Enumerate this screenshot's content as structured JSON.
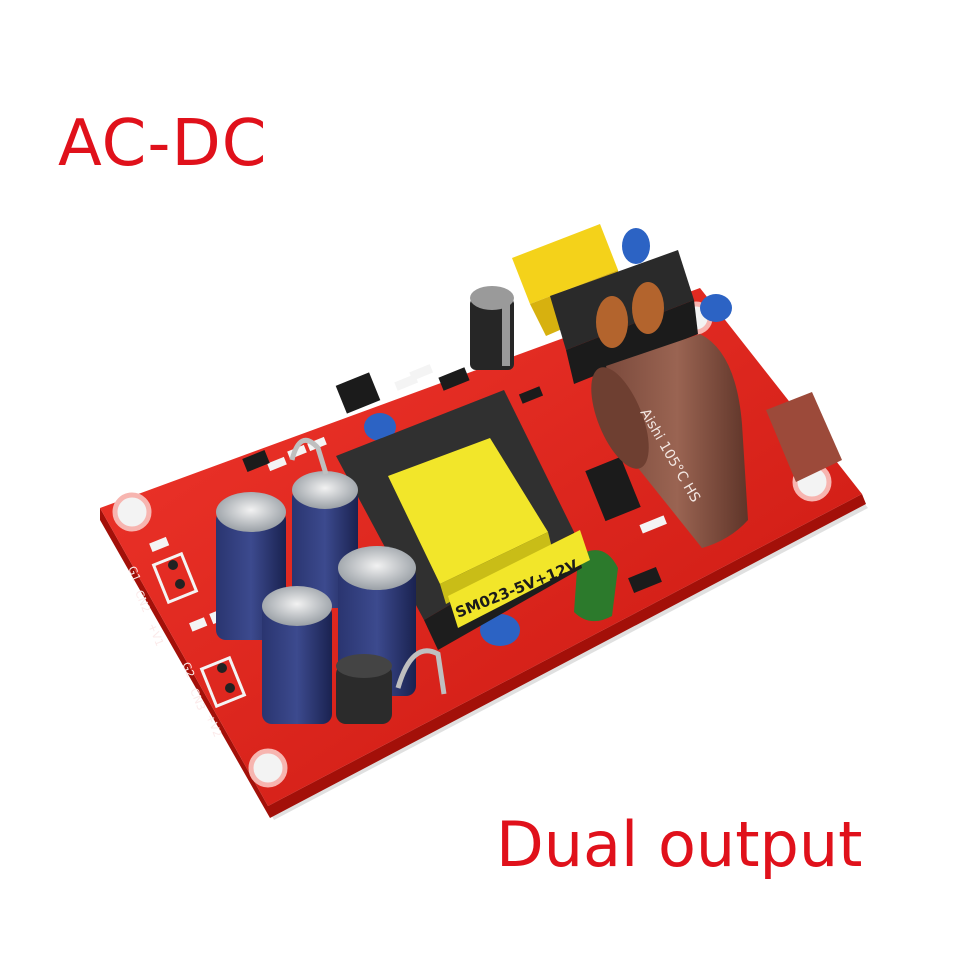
{
  "captions": {
    "top": "AC-DC",
    "bottom": "Dual output"
  },
  "product": {
    "transformer_label": "SM023-5V+12V",
    "capacitor_label": "Aishi 105°C HS",
    "pin_labels": [
      "CN2",
      "CN3",
      "+V1",
      "+V2",
      "G1",
      "G2"
    ]
  },
  "colors": {
    "caption": "#e0111b",
    "board": "#e8221c",
    "transformer_core": "#f2e62a",
    "capacitor_blue": "#1f2a5a"
  }
}
